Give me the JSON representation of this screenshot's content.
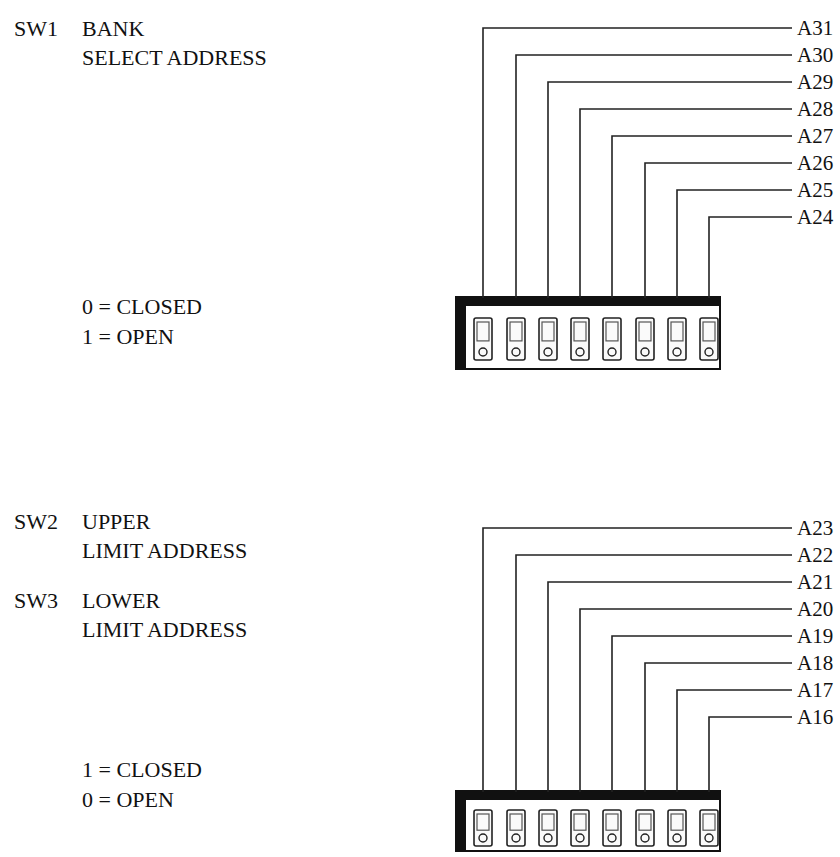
{
  "diagram": {
    "labels": [
      "SW1",
      "BANK SELECT ADDRESS",
      "0 = CLOSED",
      "1 = OPEN",
      "A31",
      "A30",
      "A29",
      "A28",
      "A27",
      "A26",
      "A25",
      "A24",
      "SW2",
      "UPPER LIMIT ADDRESS",
      "SW3",
      "LOWER LIMIT ADDRESS",
      "1 = CLOSED",
      "0 = OPEN",
      "A23",
      "A22",
      "A21",
      "A20",
      "A19",
      "A18",
      "A17",
      "A16"
    ]
  }
}
